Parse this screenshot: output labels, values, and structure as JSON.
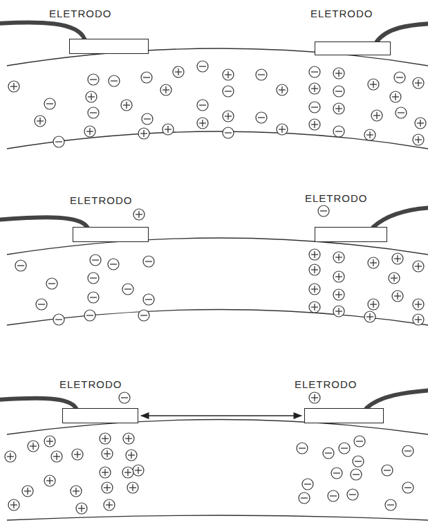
{
  "diagram": {
    "nodes": [
      {
        "text": [
          "ELETRODO"
        ]
      },
      {
        "text": [
          "ELETRODO"
        ]
      },
      {
        "text": [
          "ELETRODO"
        ]
      },
      {
        "text": [
          "ELETRODO"
        ]
      },
      {
        "text": [
          "ELETRODO"
        ]
      },
      {
        "text": [
          "ELETRODO"
        ]
      }
    ],
    "edges": [
      {
        "from": 4,
        "to": 5,
        "arrow": "both"
      }
    ]
  }
}
